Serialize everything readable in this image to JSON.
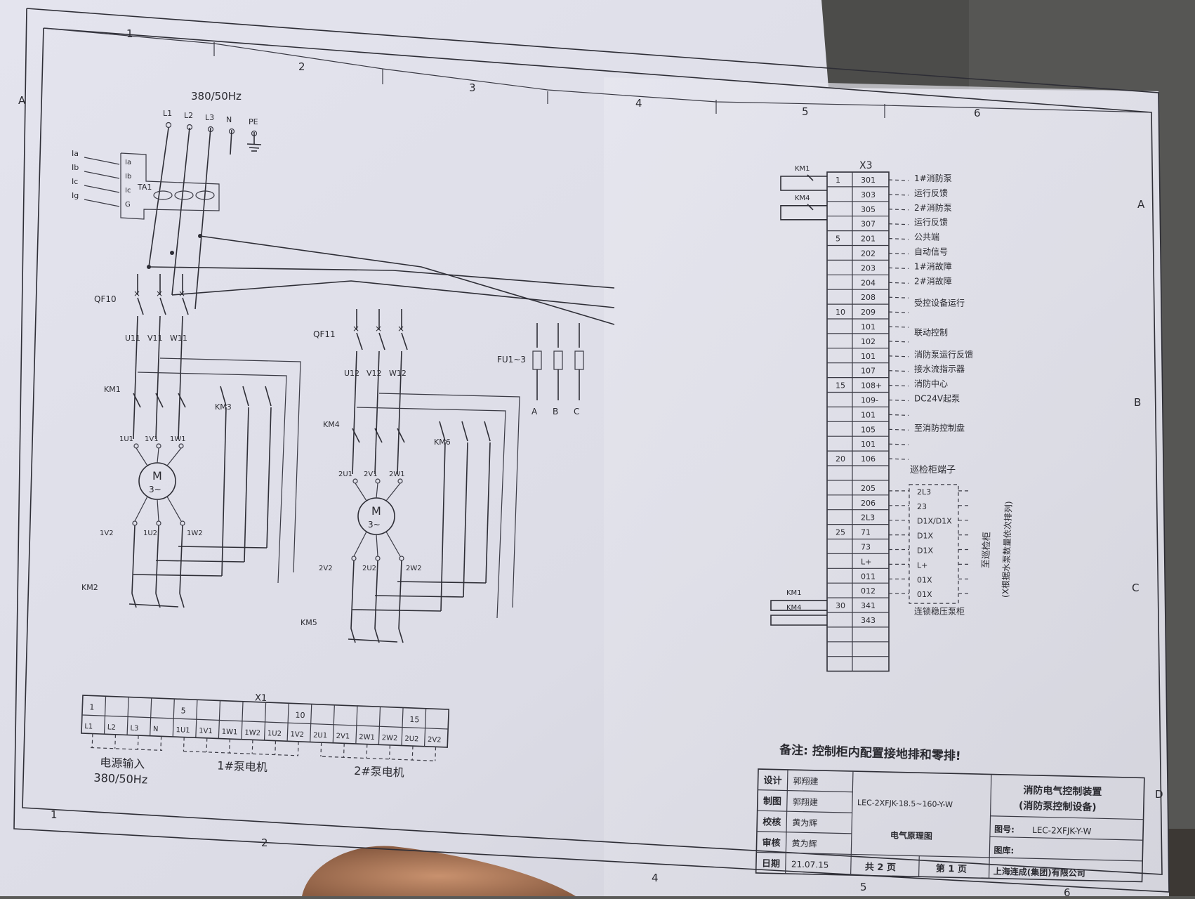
{
  "sheet": {
    "col_labels": [
      "1",
      "2",
      "3",
      "4",
      "5",
      "6"
    ],
    "row_labels": [
      "A",
      "B",
      "C",
      "D"
    ],
    "bottom_col_labels": [
      "1",
      "2",
      "4",
      "5",
      "6"
    ]
  },
  "power": {
    "supply_label": "380/50Hz",
    "phases": [
      "L1",
      "L2",
      "L3",
      "N",
      "PE"
    ],
    "ct_inputs": [
      "Ia",
      "Ib",
      "Ic",
      "Ig"
    ],
    "ct_terms": [
      "Ia",
      "Ib",
      "Ic",
      "G"
    ],
    "ct_label": "TA1"
  },
  "motor1": {
    "breaker": "QF10",
    "outs": [
      "U11",
      "V11",
      "W11"
    ],
    "km_main": "KM1",
    "km_delta": "KM3",
    "km_star": "KM2",
    "top_terms": [
      "1U1",
      "1V1",
      "1W1"
    ],
    "bottom_terms": [
      "1V2",
      "1U2",
      "1W2"
    ],
    "motor_symbol": "M",
    "motor_type": "3~"
  },
  "motor2": {
    "breaker": "QF11",
    "outs": [
      "U12",
      "V12",
      "W12"
    ],
    "km_main": "KM4",
    "km_delta": "KM6",
    "km_star": "KM5",
    "top_terms": [
      "2U1",
      "2V1",
      "2W1"
    ],
    "bottom_terms": [
      "2V2",
      "2U2",
      "2W2"
    ],
    "motor_symbol": "M",
    "motor_type": "3~"
  },
  "fuses": {
    "label": "FU1~3",
    "outs": [
      "A",
      "B",
      "C"
    ]
  },
  "x3": {
    "title": "X3",
    "contacts": [
      "KM1",
      "KM4",
      "KM1",
      "KM4"
    ],
    "row_numbers": [
      "1",
      "5",
      "10",
      "15",
      "20",
      "25",
      "30"
    ],
    "terminals": [
      "301",
      "303",
      "305",
      "307",
      "201",
      "202",
      "203",
      "204",
      "208",
      "209",
      "101",
      "102",
      "101",
      "107",
      "108+",
      "109-",
      "101",
      "105",
      "101",
      "106",
      "",
      "205",
      "206",
      "2L3",
      "71",
      "73",
      "L+",
      "011",
      "012",
      "341",
      "343",
      "",
      "",
      ""
    ],
    "annotations": [
      "1#消防泵",
      "运行反馈",
      "2#消防泵",
      "运行反馈",
      "公共端",
      "自动信号",
      "1#消故障",
      "2#消故障",
      "受控设备运行",
      "联动控制",
      "消防泵运行反馈",
      "接水流指示器",
      "消防中心",
      "DC24V起泵",
      "至消防控制盘",
      "连锁稳压泵柜"
    ],
    "inspection_title": "巡检柜端子",
    "inspection_terms": [
      "2L3",
      "23",
      "D1X/D1X",
      "D1X",
      "D1X",
      "L+",
      "01X",
      "01X"
    ],
    "inspection_dest": "至巡检柜",
    "inspection_note": "(X根据水泵数量依次排列)"
  },
  "x1": {
    "title": "X1",
    "index_numbers": [
      "1",
      "5",
      "10",
      "15"
    ],
    "terminals": [
      "L1",
      "L2",
      "L3",
      "N",
      "1U1",
      "1V1",
      "1W1",
      "1W2",
      "1U2",
      "1V2",
      "2U1",
      "2V1",
      "2W1",
      "2W2",
      "2U2",
      "2V2"
    ],
    "group_power": "电源输入",
    "group_power_sub": "380/50Hz",
    "group_m1": "1#泵电机",
    "group_m2": "2#泵电机"
  },
  "note": "备注: 控制柜内配置接地排和零排!",
  "title_block": {
    "rows": [
      {
        "label": "设计",
        "name": "郭翔建"
      },
      {
        "label": "制图",
        "name": "郭翔建"
      },
      {
        "label": "校核",
        "name": "黄为辉"
      },
      {
        "label": "审核",
        "name": "黄为辉"
      },
      {
        "label": "日期",
        "name": "21.07.15"
      }
    ],
    "model": "LEC-2XFJK-18.5~160-Y-W",
    "drawing_name": "电气原理图",
    "total_pages": "共 2 页",
    "page": "第 1 页",
    "product": "消防电气控制装置",
    "product_sub": "(消防泵控制设备)",
    "drawing_no_label": "图号:",
    "drawing_no": "LEC-2XFJK-Y-W",
    "library_label": "图库:",
    "company": "上海连成(集团)有限公司"
  }
}
